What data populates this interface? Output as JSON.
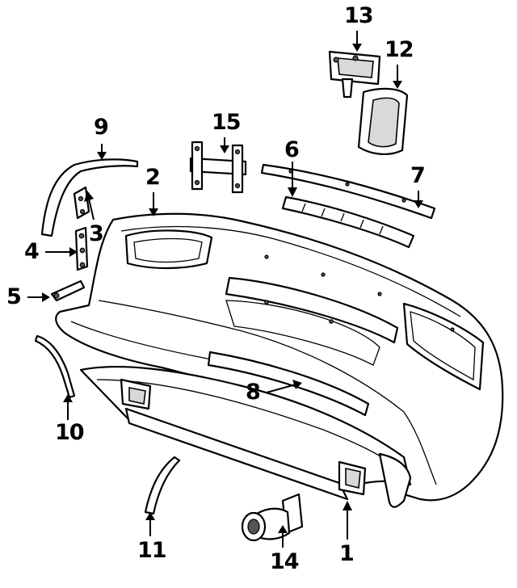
{
  "callouts": [
    {
      "id": "1",
      "label": "1"
    },
    {
      "id": "2",
      "label": "2"
    },
    {
      "id": "3",
      "label": "3"
    },
    {
      "id": "4",
      "label": "4"
    },
    {
      "id": "5",
      "label": "5"
    },
    {
      "id": "6",
      "label": "6"
    },
    {
      "id": "7",
      "label": "7"
    },
    {
      "id": "8",
      "label": "8"
    },
    {
      "id": "9",
      "label": "9"
    },
    {
      "id": "10",
      "label": "10"
    },
    {
      "id": "11",
      "label": "11"
    },
    {
      "id": "12",
      "label": "12"
    },
    {
      "id": "13",
      "label": "13"
    },
    {
      "id": "14",
      "label": "14"
    },
    {
      "id": "15",
      "label": "15"
    }
  ],
  "colors": {
    "line": "#000000",
    "background": "#ffffff",
    "shade": "#d9d9d9"
  }
}
